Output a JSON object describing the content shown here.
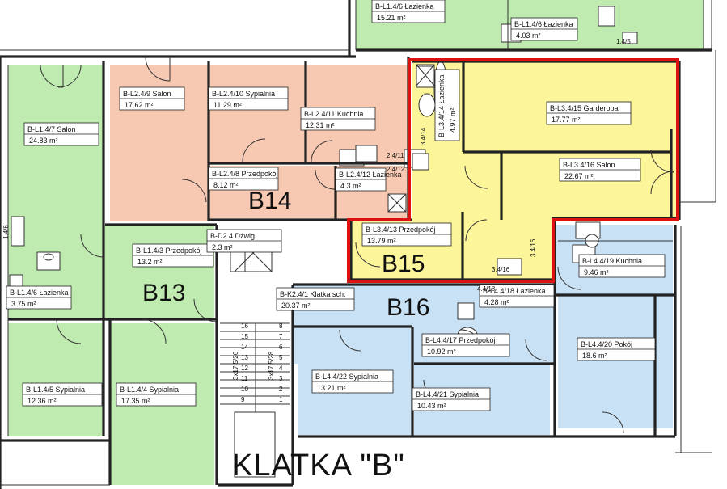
{
  "title": "KLATKA \"B\"",
  "colors": {
    "green": "#bfeab0",
    "salmon": "#f8c9b2",
    "yellow": "#fdf59a",
    "blue": "#c8e1f4",
    "white": "#ffffff",
    "highlight": "#dd1111",
    "wall": "#222222"
  },
  "apartments": [
    {
      "id": "B13",
      "label": "B13"
    },
    {
      "id": "B14",
      "label": "B14"
    },
    {
      "id": "B15",
      "label": "B15",
      "highlighted": true
    },
    {
      "id": "B16",
      "label": "B16"
    }
  ],
  "rooms": [
    {
      "code": "B-L1.4/6",
      "name": "Łazienka",
      "area": "15.21 m²",
      "apartment": "top"
    },
    {
      "code": "B-L1.4/6",
      "name": "Łazienka",
      "area": "4.03 m²",
      "apartment": "top"
    },
    {
      "code": "B-L1.4/7",
      "name": "Salon",
      "area": "24.83 m²",
      "apartment": "B13"
    },
    {
      "code": "B-L2.4/9",
      "name": "Salon",
      "area": "17.62 m²",
      "apartment": "B14"
    },
    {
      "code": "B-L2.4/10",
      "name": "Sypialnia",
      "area": "11.29 m²",
      "apartment": "B14"
    },
    {
      "code": "B-L2.4/11",
      "name": "Kuchnia",
      "area": "12.31 m²",
      "apartment": "B14"
    },
    {
      "code": "B-L2.4/8",
      "name": "Przedpokój",
      "area": "8.12 m²",
      "apartment": "B14"
    },
    {
      "code": "B-L2.4/12",
      "name": "Łazienka",
      "area": "4.3 m²",
      "apartment": "B14"
    },
    {
      "code": "B-L3.4/14",
      "name": "Łazienka",
      "area": "4.97 m²",
      "apartment": "B15"
    },
    {
      "code": "B-L3.4/15",
      "name": "Garderoba",
      "area": "17.77 m²",
      "apartment": "B15"
    },
    {
      "code": "B-L3.4/16",
      "name": "Salon",
      "area": "22.67 m²",
      "apartment": "B15"
    },
    {
      "code": "B-L3.4/13",
      "name": "Przedpokój",
      "area": "13.79 m²",
      "apartment": "B15"
    },
    {
      "code": "B-L1.4/3",
      "name": "Przedpokój",
      "area": "13.2 m²",
      "apartment": "B13"
    },
    {
      "code": "B-D2.4",
      "name": "Dźwig",
      "area": "2.3 m²",
      "apartment": "common"
    },
    {
      "code": "B-L1.4/6",
      "name": "Łazienka",
      "area": "3.75 m²",
      "apartment": "B13"
    },
    {
      "code": "B-K2.4/1",
      "name": "Klatka sch.",
      "area": "20.37 m²",
      "apartment": "common"
    },
    {
      "code": "B-L4.4/18",
      "name": "Łazienka",
      "area": "4.28 m²",
      "apartment": "B16"
    },
    {
      "code": "B-L4.4/19",
      "name": "Kuchnia",
      "area": "9.46 m²",
      "apartment": "B16"
    },
    {
      "code": "B-L4.4/17",
      "name": "Przedpokój",
      "area": "10.92 m²",
      "apartment": "B16"
    },
    {
      "code": "B-L4.4/20",
      "name": "Pokój",
      "area": "18.6 m²",
      "apartment": "B16"
    },
    {
      "code": "B-L4.4/22",
      "name": "Sypialnia",
      "area": "13.21 m²",
      "apartment": "B16"
    },
    {
      "code": "B-L4.4/21",
      "name": "Sypialnia",
      "area": "10.43 m²",
      "apartment": "B16"
    },
    {
      "code": "B-L1.4/5",
      "name": "Sypialnia",
      "area": "12.36 m²",
      "apartment": "B13"
    },
    {
      "code": "B-L1.4/4",
      "name": "Sypialnia",
      "area": "17.35 m²",
      "apartment": "B13"
    }
  ],
  "small_texts": [
    "2.4/11",
    "2.4/12",
    "3.4/14",
    "3.4/16",
    "1.4/5",
    "1.4/6",
    "4.4/18",
    "3.4/16"
  ],
  "stairs": {
    "flight_left": "3x17.5/26",
    "flight_right": "3x17.5/28",
    "step_numbers": [
      "16",
      "15",
      "14",
      "13",
      "12",
      "11",
      "10",
      "9",
      "8",
      "7",
      "6",
      "5",
      "4",
      "3",
      "2",
      "1"
    ]
  }
}
